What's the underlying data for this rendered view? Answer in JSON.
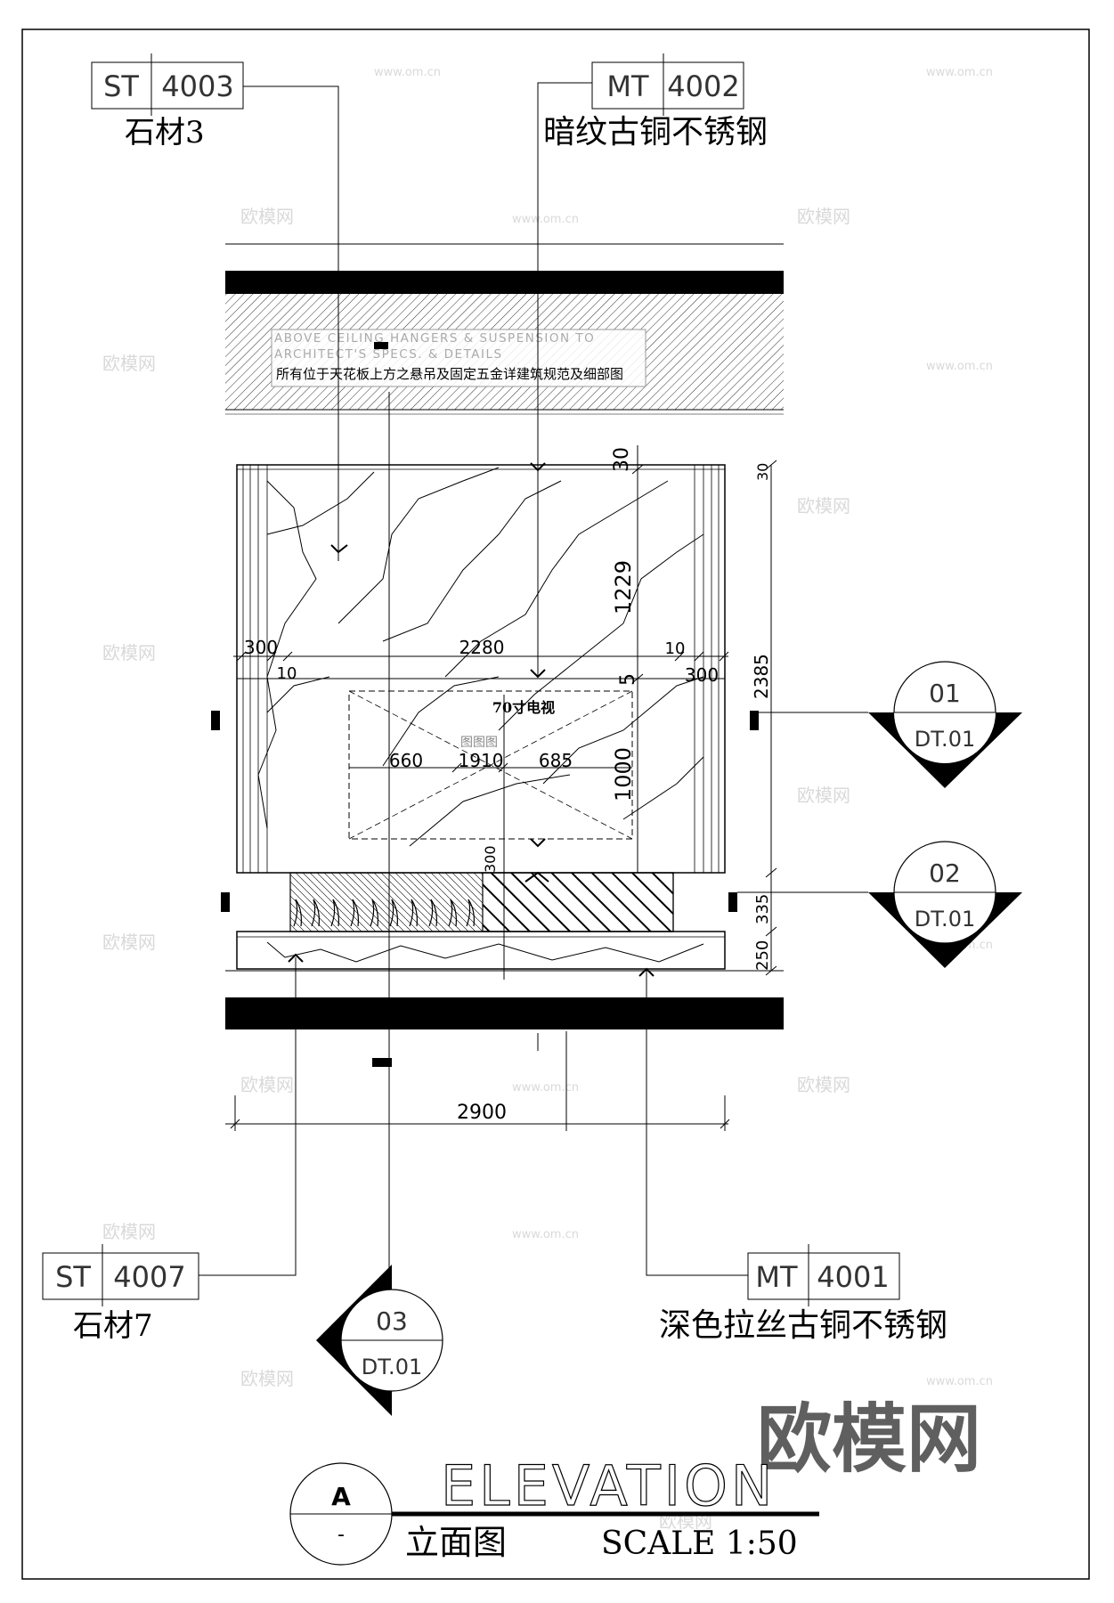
{
  "tags": {
    "st4003": {
      "code": "ST",
      "number": "4003",
      "label": "石材3"
    },
    "mt4002": {
      "code": "MT",
      "number": "4002",
      "label": "暗纹古铜不锈钢"
    },
    "st4007": {
      "code": "ST",
      "number": "4007",
      "label": "石材7"
    },
    "mt4001": {
      "code": "MT",
      "number": "4001",
      "label": "深色拉丝古铜不锈钢"
    }
  },
  "ceiling_note": {
    "line1": "ABOVE CEILING HANGERS & SUSPENSION TO",
    "line2": "ARCHITECT'S SPECS. & DETAILS",
    "line3": "所有位于天花板上方之悬吊及固定五金详建筑规范及细部图"
  },
  "dimensions": {
    "top_margin": "30",
    "top_margin_right": "30",
    "upper_height": "1229",
    "total_height": "2385",
    "width_inner": "2280",
    "left_panel": "300",
    "right_panel": "300",
    "left_gap": "10",
    "right_gap": "10",
    "small_5": "5",
    "tv_left": "660",
    "tv_width": "1910",
    "tv_right": "685",
    "tv_height": "1000",
    "fire_height": "335",
    "base_height": "250",
    "small_300": "300",
    "overall_width": "2900"
  },
  "tv_label": "70寸电视",
  "tv_icon_text": "图图图",
  "sections": [
    {
      "number": "01",
      "sheet": "DT.01"
    },
    {
      "number": "02",
      "sheet": "DT.01"
    },
    {
      "number": "03",
      "sheet": "DT.01"
    }
  ],
  "title_block": {
    "ref": "A",
    "sub": "-",
    "title_en": "ELEVATION",
    "title_cn": "立面图",
    "scale": "SCALE 1:50"
  },
  "watermark": {
    "brand": "欧模网",
    "url": "www.om.cn"
  }
}
